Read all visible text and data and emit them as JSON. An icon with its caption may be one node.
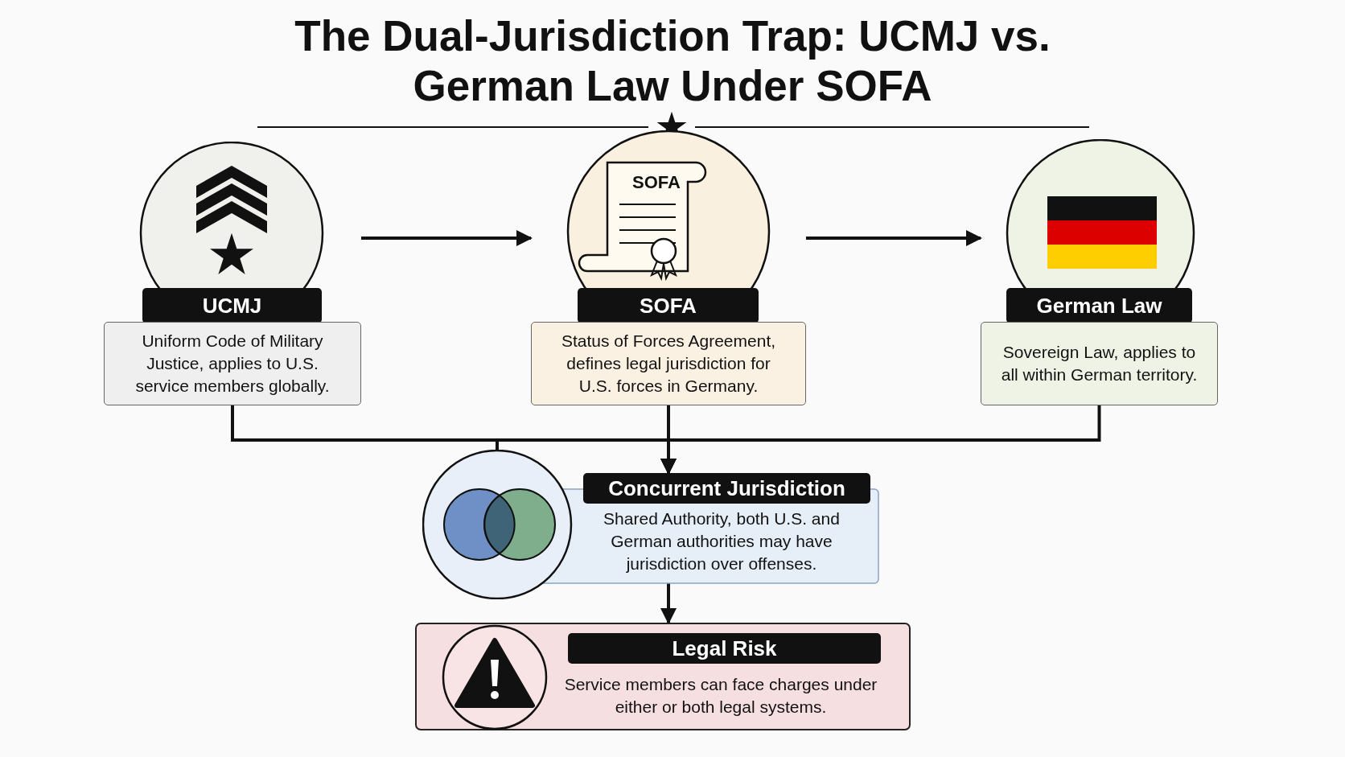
{
  "diagram": {
    "title": "The Dual-Jurisdiction Trap: UCMJ vs. German Law Under SOFA",
    "nodes": [
      {
        "text": [
          "UCMJ",
          "Uniform Code of Military Justice, applies to U.S. service members globally."
        ]
      },
      {
        "text": [
          "SOFA",
          "SOFA",
          "Status of Forces Agreement, defines legal jurisdiction for U.S. forces in Germany."
        ]
      },
      {
        "text": [
          "German Law",
          "Sovereign Law, applies to all within German territory."
        ]
      },
      {
        "text": [
          "Concurrent Jurisdiction",
          "Shared Authority, both U.S. and German authorities may have jurisdiction over offenses."
        ]
      },
      {
        "text": [
          "Legal Risk",
          "Service members can face charges under either or both legal systems."
        ]
      }
    ],
    "edges": [
      {
        "from": 0,
        "to": 1,
        "arrow": "to"
      },
      {
        "from": 1,
        "to": 2,
        "arrow": "to"
      },
      {
        "from": 0,
        "to": 3,
        "arrow": "to"
      },
      {
        "from": 1,
        "to": 3,
        "arrow": "to"
      },
      {
        "from": 2,
        "to": 3,
        "arrow": "to"
      },
      {
        "from": 3,
        "to": 4,
        "arrow": "to"
      }
    ]
  }
}
